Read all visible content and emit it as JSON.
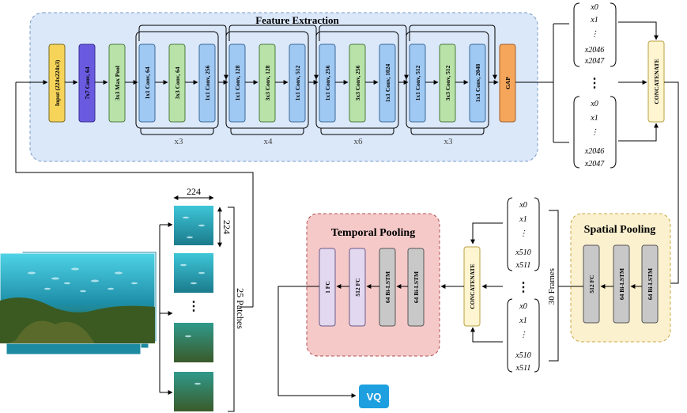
{
  "feature_extraction": {
    "title": "Feature Extraction",
    "input": "Input (224x224x3)",
    "conv7": "7x7 Conv, 64",
    "maxpool": "3x3 Max Pool",
    "stages": [
      {
        "blocks": [
          "1x1 Conv, 64",
          "3x3 Conv, 64",
          "1x1 Conv, 256"
        ],
        "repeat": "x3"
      },
      {
        "blocks": [
          "1x1 Conv, 128",
          "3x3 Conv, 128",
          "1x1 Conv, 512"
        ],
        "repeat": "x4"
      },
      {
        "blocks": [
          "1x1 Conv, 256",
          "3x3 Conv, 256",
          "1x1 Conv, 1024"
        ],
        "repeat": "x6"
      },
      {
        "blocks": [
          "1x1 Conv, 512",
          "3x3 Conv, 512",
          "1x1 Conv, 2048"
        ],
        "repeat": "x3"
      }
    ],
    "gap": "GAP"
  },
  "feature_vectors": {
    "top": [
      "x0",
      "x1",
      "⋮",
      "x2046",
      "x2047"
    ],
    "bottom": [
      "x0",
      "x1",
      "⋮",
      "x2046",
      "x2047"
    ],
    "dots": "⋮",
    "concat": "CONCATENATE"
  },
  "patches": {
    "size_h": "224",
    "size_v": "224",
    "count_label": "25 Patches",
    "dots": "⋮"
  },
  "spatial_pooling": {
    "title": "Spatial Pooling",
    "blocks": [
      "64 Bi-LSTM",
      "64 Bi-LSTM",
      "512 FC"
    ]
  },
  "frames": {
    "label": "30 Frames",
    "top": [
      "x0",
      "x1",
      "⋮",
      "x510",
      "x511"
    ],
    "bottom": [
      "x0",
      "x1",
      "⋮",
      "x510",
      "x511"
    ],
    "dots": "⋮",
    "concat": "CONCATENATE"
  },
  "temporal_pooling": {
    "title": "Temporal Pooling",
    "blocks": [
      "64 Bi-LSTM",
      "64 Bi-LSTM",
      "512 FC",
      "1 FC"
    ]
  },
  "output": {
    "label": "VQ"
  },
  "colors": {
    "input": "#f6d45a",
    "conv7": "#6a5ae0",
    "pool": "#b8e2a8",
    "conv_green": "#b8e2a8",
    "conv_blue": "#9fc8f2",
    "gap": "#f5a65b",
    "fe_bg": "#dbe8fa",
    "sp_bg": "#fcf1cf",
    "tp_bg": "#f6c9c9",
    "fc": "#e2d8ef",
    "lstm": "#c8c8c8",
    "vq": "#1e9fe0",
    "concat": "#fff5d0"
  }
}
